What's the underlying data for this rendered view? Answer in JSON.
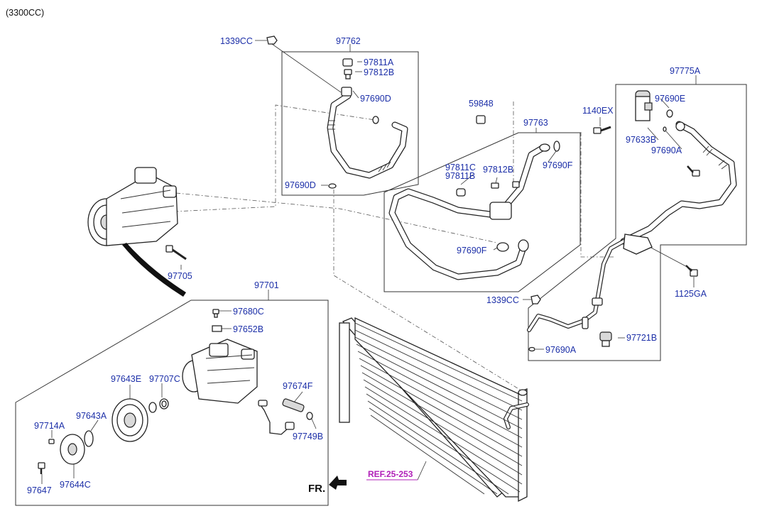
{
  "engine_note": "(3300CC)",
  "fr_label": "FR.",
  "ref_label": "REF.25-253",
  "parts": {
    "p1339cc_top": "1339CC",
    "p97762": "97762",
    "p97811a": "97811A",
    "p97812b_top": "97812B",
    "p97690d_top": "97690D",
    "p97690d_bot": "97690D",
    "p59848": "59848",
    "p97763": "97763",
    "p97811c": "97811C",
    "p97811b": "97811B",
    "p97812b_mid": "97812B",
    "p97690f_top": "97690F",
    "p97690f_bot": "97690F",
    "p1140ex": "1140EX",
    "p97775a": "97775A",
    "p97690e": "97690E",
    "p97633b": "97633B",
    "p97690a_top": "97690A",
    "p97705": "97705",
    "p1125ga": "1125GA",
    "p1339cc_bot": "1339CC",
    "p97721b": "97721B",
    "p97690a_bot": "97690A",
    "p97701": "97701",
    "p97680c": "97680C",
    "p97652b": "97652B",
    "p97643e": "97643E",
    "p97707c": "97707C",
    "p97674f": "97674F",
    "p97643a": "97643A",
    "p97714a": "97714A",
    "p97749b": "97749B",
    "p97647": "97647",
    "p97644c": "97644C"
  },
  "colors": {
    "part_label": "#1c2fa8",
    "ref_label": "#b01fb8",
    "line": "#333333"
  },
  "icons": [
    "compressor-icon",
    "condenser-icon",
    "hose-icon",
    "bolt-icon",
    "nut-icon",
    "o-ring-icon",
    "expansion-valve-icon",
    "pulley-icon",
    "clutch-plate-icon",
    "pressure-switch-icon",
    "arrow-icon"
  ]
}
